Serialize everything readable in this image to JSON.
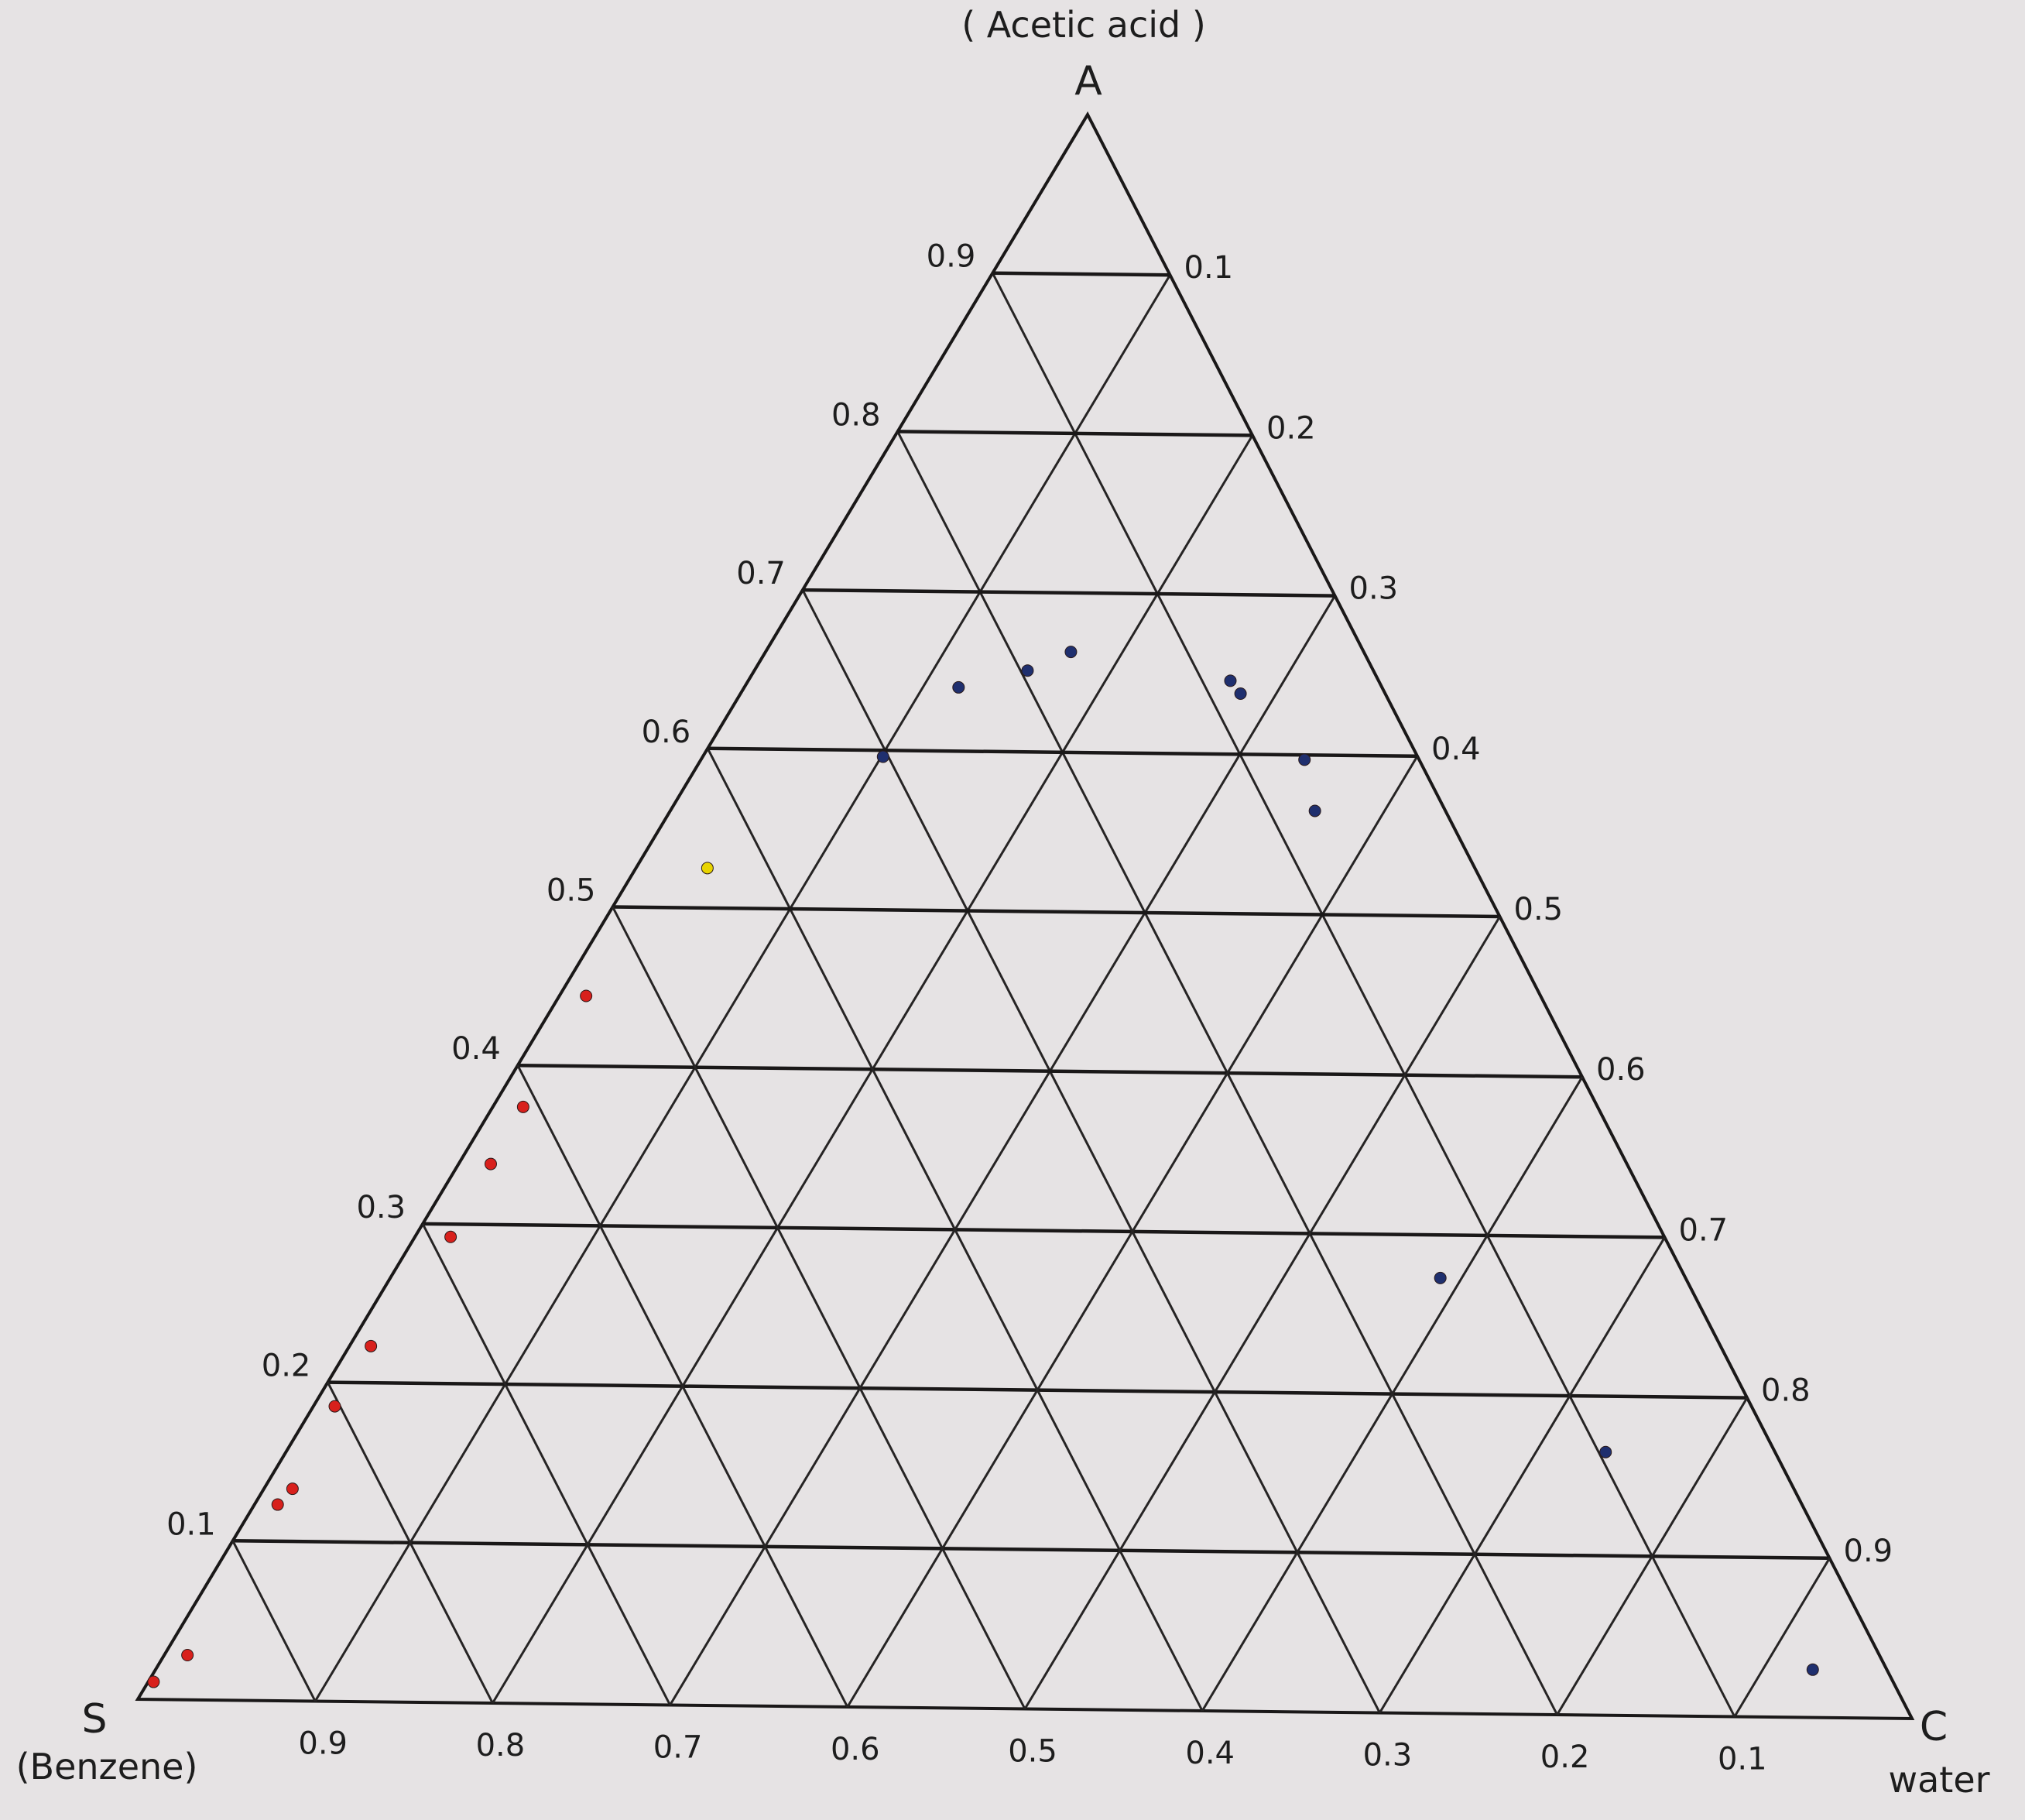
{
  "labels": {
    "top_title": "( Acetic acid )",
    "top_vertex": "A",
    "left_vertex": "S",
    "left_name": "(Benzene)",
    "right_vertex": "C",
    "right_name": "water"
  },
  "left_ticks": [
    "0.1",
    "0.2",
    "0.3",
    "0.4",
    "0.5",
    "0.6",
    "0.7",
    "0.8",
    "0.9"
  ],
  "right_ticks": [
    "0.1",
    "0.2",
    "0.3",
    "0.4",
    "0.5",
    "0.6",
    "0.7",
    "0.8",
    "0.9"
  ],
  "bottom_ticks": [
    "0.9",
    "0.8",
    "0.7",
    "0.6",
    "0.5",
    "0.4",
    "0.3",
    "0.2",
    "0.1"
  ],
  "colors": {
    "grid": "#262424",
    "red_points": "#d8201c",
    "blue_points": "#1f2f6e",
    "yellow_point": "#e8d400",
    "paper": "#e6e3e4"
  },
  "points": {
    "red": [
      {
        "acetic": 0.011,
        "water": 0.003
      },
      {
        "acetic": 0.028,
        "water": 0.013
      },
      {
        "acetic": 0.123,
        "water": 0.013
      },
      {
        "acetic": 0.133,
        "water": 0.016
      },
      {
        "acetic": 0.185,
        "water": 0.012
      },
      {
        "acetic": 0.223,
        "water": 0.012
      },
      {
        "acetic": 0.292,
        "water": 0.02
      },
      {
        "acetic": 0.338,
        "water": 0.018
      },
      {
        "acetic": 0.374,
        "water": 0.017
      },
      {
        "acetic": 0.444,
        "water": 0.015
      }
    ],
    "blue": [
      {
        "acetic": 0.596,
        "water": 0.101
      },
      {
        "acetic": 0.64,
        "water": 0.12
      },
      {
        "acetic": 0.651,
        "water": 0.153
      },
      {
        "acetic": 0.663,
        "water": 0.171
      },
      {
        "acetic": 0.646,
        "water": 0.27
      },
      {
        "acetic": 0.638,
        "water": 0.28
      },
      {
        "acetic": 0.597,
        "water": 0.338
      },
      {
        "acetic": 0.565,
        "water": 0.361
      },
      {
        "acetic": 0.273,
        "water": 0.588
      },
      {
        "acetic": 0.165,
        "water": 0.739
      },
      {
        "acetic": 0.03,
        "water": 0.928
      }
    ],
    "yellow": [
      {
        "acetic": 0.525,
        "water": 0.04
      }
    ]
  }
}
